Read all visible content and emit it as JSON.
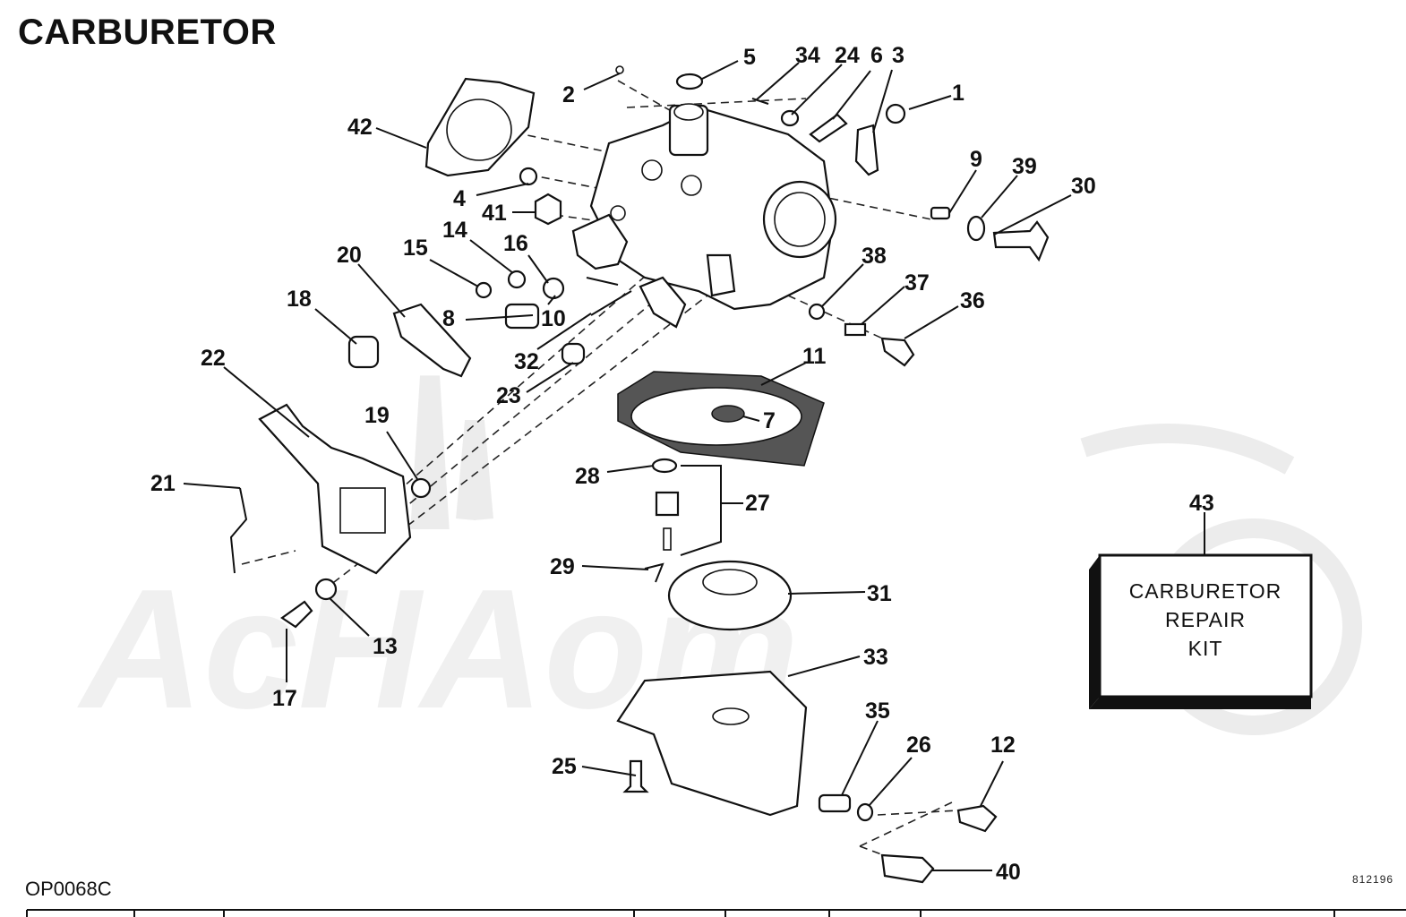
{
  "title": "CARBURETOR",
  "diagram_code": "OP0068C",
  "drawing_number": "812196",
  "kit": {
    "callout": "43",
    "lines": [
      "CARBURETOR",
      "REPAIR",
      "KIT"
    ]
  },
  "callouts": [
    "1",
    "2",
    "3",
    "4",
    "5",
    "6",
    "7",
    "8",
    "9",
    "10",
    "11",
    "12",
    "13",
    "14",
    "15",
    "16",
    "17",
    "18",
    "19",
    "20",
    "21",
    "22",
    "23",
    "24",
    "25",
    "26",
    "27",
    "28",
    "29",
    "30",
    "31",
    "32",
    "33",
    "34",
    "35",
    "36",
    "37",
    "38",
    "39",
    "40",
    "41",
    "42"
  ]
}
